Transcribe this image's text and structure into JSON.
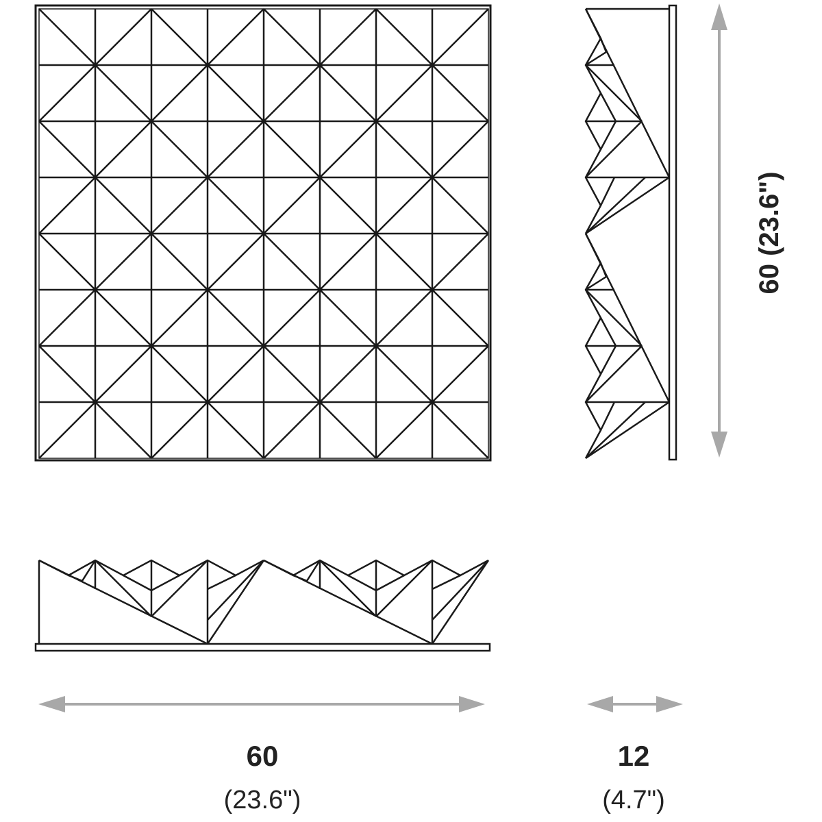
{
  "title": "Panel dimension drawing",
  "colors": {
    "line": "#1a1a1a",
    "arrow": "#a8a8a8",
    "text": "#222222"
  },
  "dimensions": {
    "width": {
      "value": "60",
      "inches": "(23.6\")"
    },
    "depth": {
      "value": "12",
      "inches": "(4.7\")"
    },
    "height": {
      "label": "60 (23.6\")"
    }
  },
  "grid": {
    "cells": 8
  }
}
